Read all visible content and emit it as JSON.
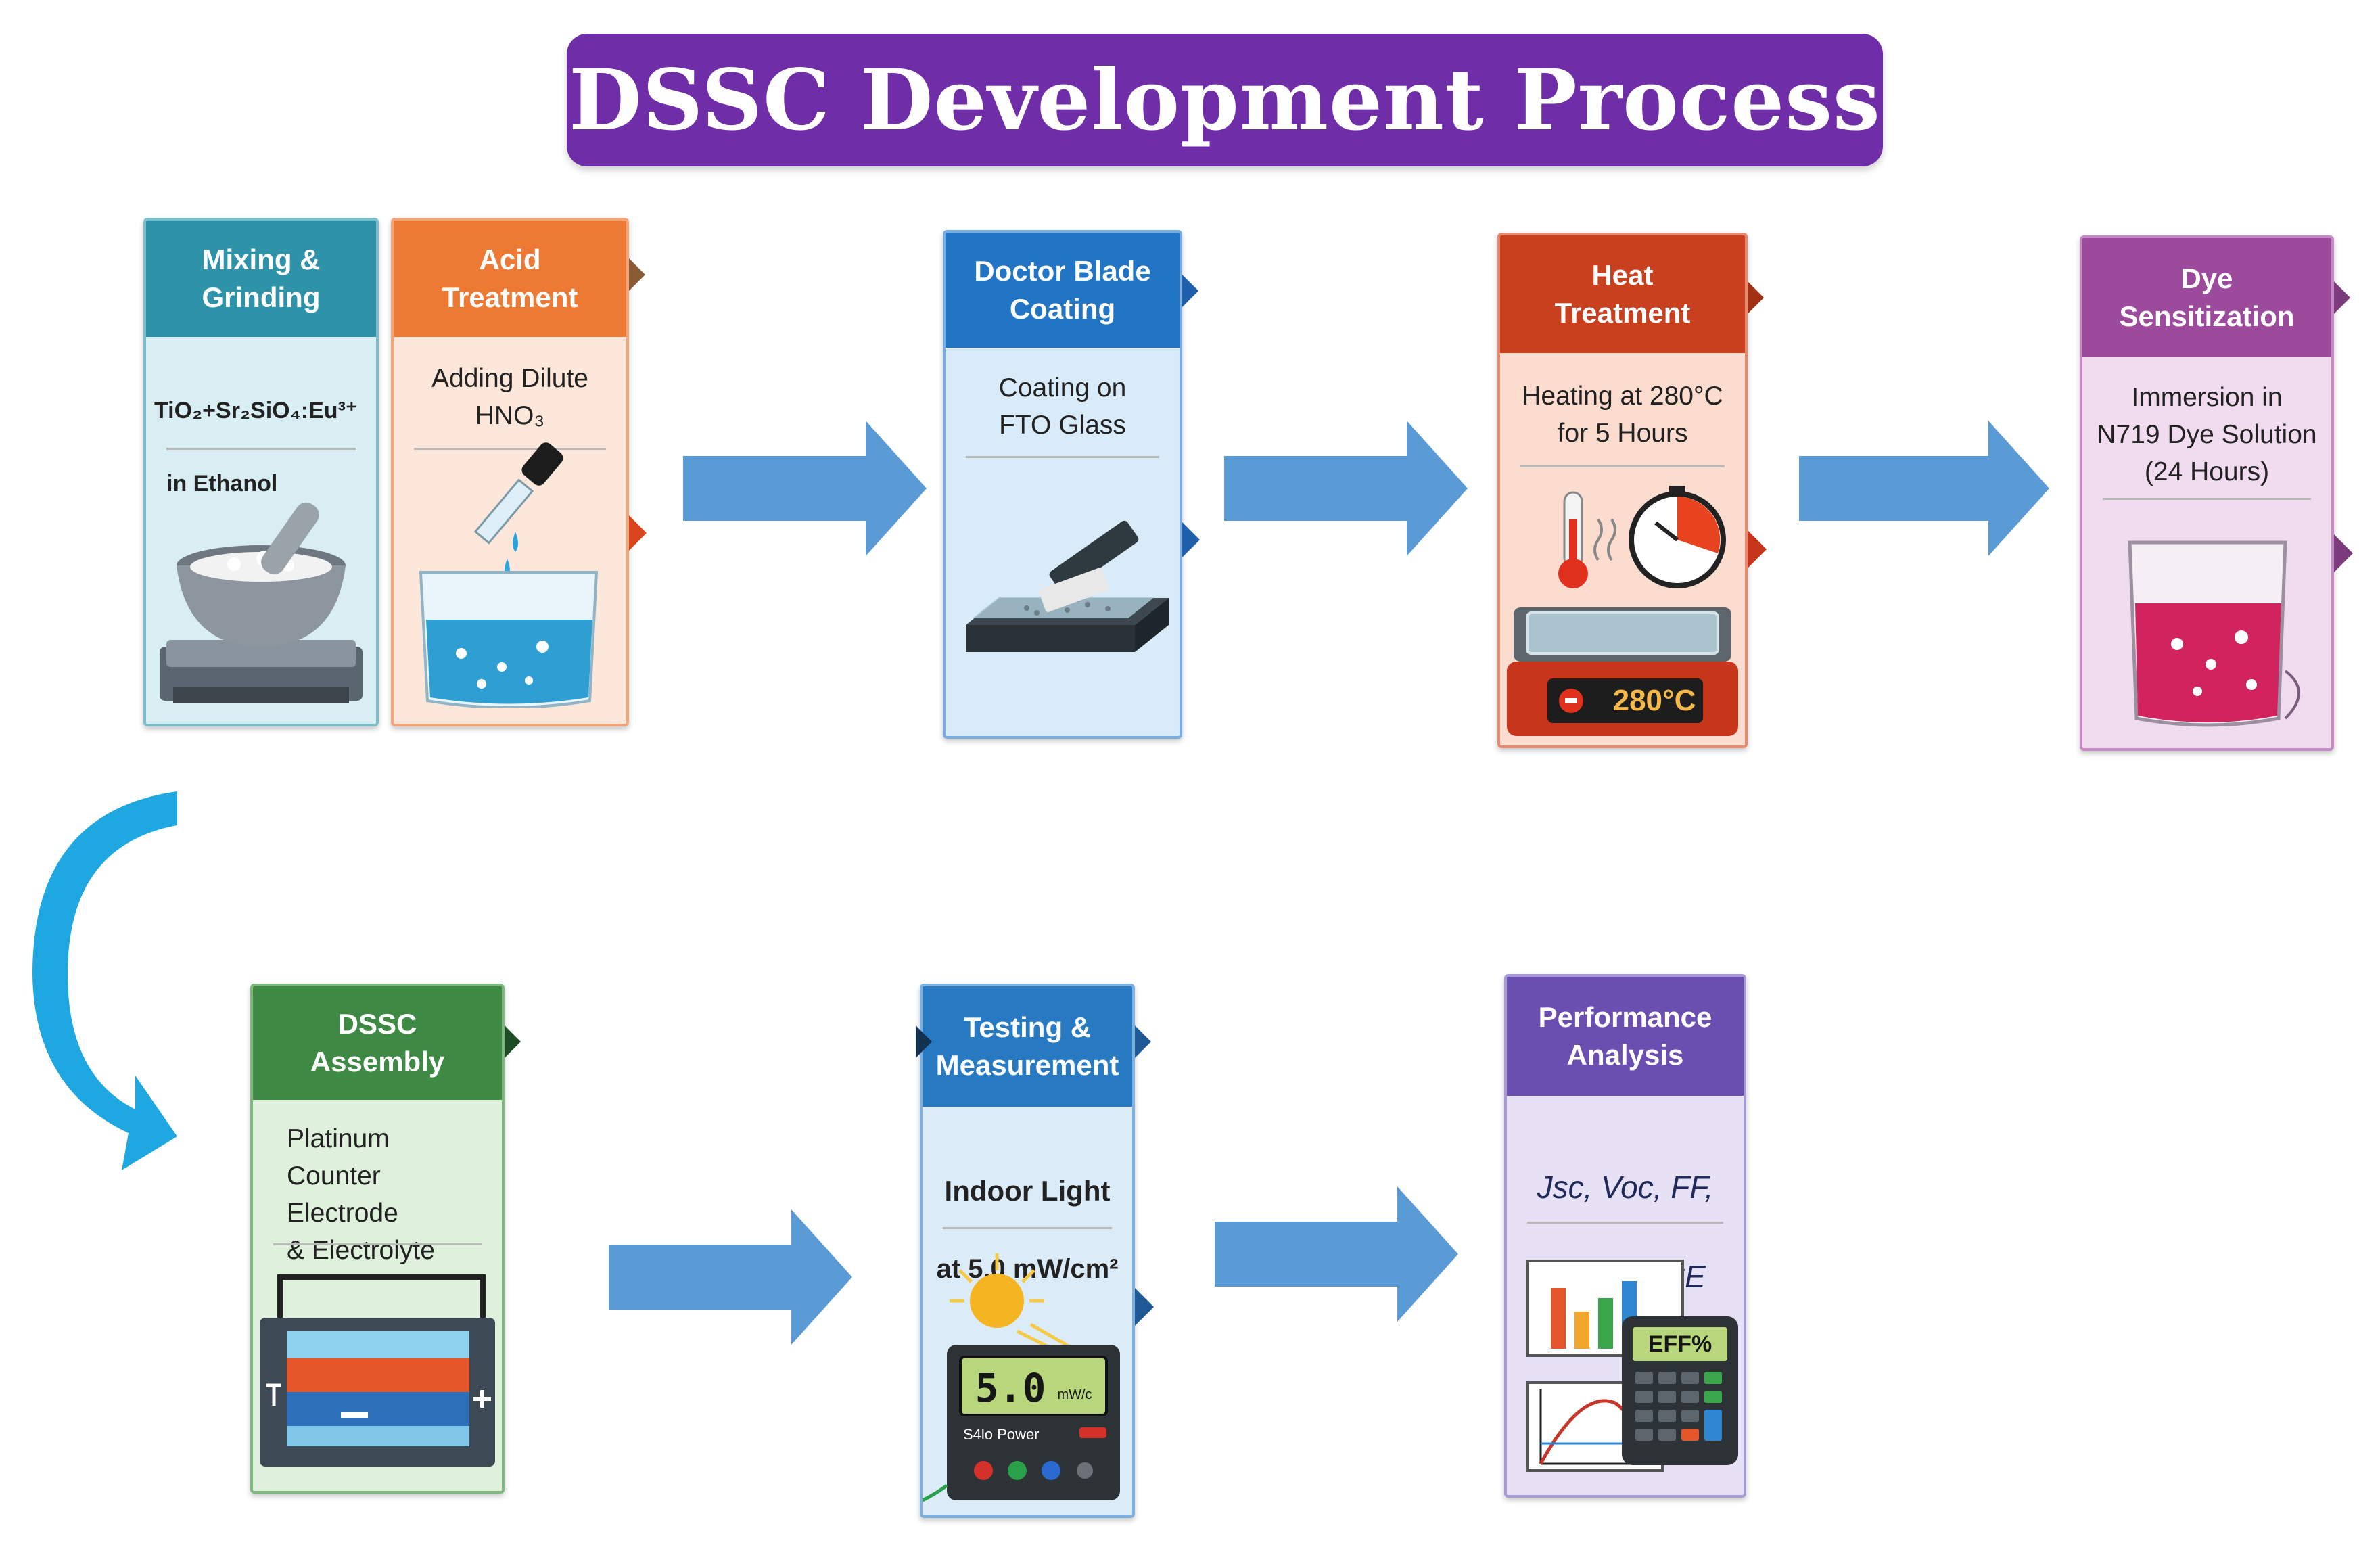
{
  "title": "DSSC Development Process",
  "steps": [
    {
      "id": "mixing",
      "header": "Mixing &\nGrinding",
      "desc_line1": "TiO₂+Sr₂SiO₄:Eu³⁺",
      "desc_line2": "in Ethanol",
      "color": "#2e93a8"
    },
    {
      "id": "acid",
      "header": "Acid\nTreatment",
      "desc": "Adding Dilute\nHNO₃",
      "color": "#ec7a35"
    },
    {
      "id": "doctor",
      "header": "Doctor Blade\nCoating",
      "desc": "Coating on\nFTO Glass",
      "color": "#2175c4"
    },
    {
      "id": "heat",
      "header": "Heat\nTreatment",
      "desc": "Heating at 280°C\nfor 5 Hours",
      "display": "280°C",
      "color": "#c9401e"
    },
    {
      "id": "dye",
      "header": "Dye\nSensitization",
      "desc": "Immersion in\nN719 Dye Solution\n(24 Hours)",
      "color": "#9b4a9c"
    },
    {
      "id": "assembly",
      "header": "DSSC\nAssembly",
      "desc": "Platinum\nCounter Electrode\n& Electrolyte",
      "color": "#3e8a44"
    },
    {
      "id": "testing",
      "header": "Testing &\nMeasurement",
      "desc_line1": "Indoor Light",
      "desc_line2": "at 5.0 mW/cm²",
      "meter_value": "5.0",
      "meter_unit": "mW/c",
      "meter_brand": "S4lo Power",
      "color": "#2779c2"
    },
    {
      "id": "performance",
      "header": "Performance\nAnalysis",
      "desc_line1": "Jsc, Voc, FF,",
      "desc_line2": "Pmax, PCE",
      "calc_display": "EFF%",
      "color": "#6a4fb0"
    }
  ],
  "colors": {
    "arrow": "#5b9bd5",
    "curve_arrow": "#1ea7e0",
    "title_bg": "#6f2da8"
  }
}
